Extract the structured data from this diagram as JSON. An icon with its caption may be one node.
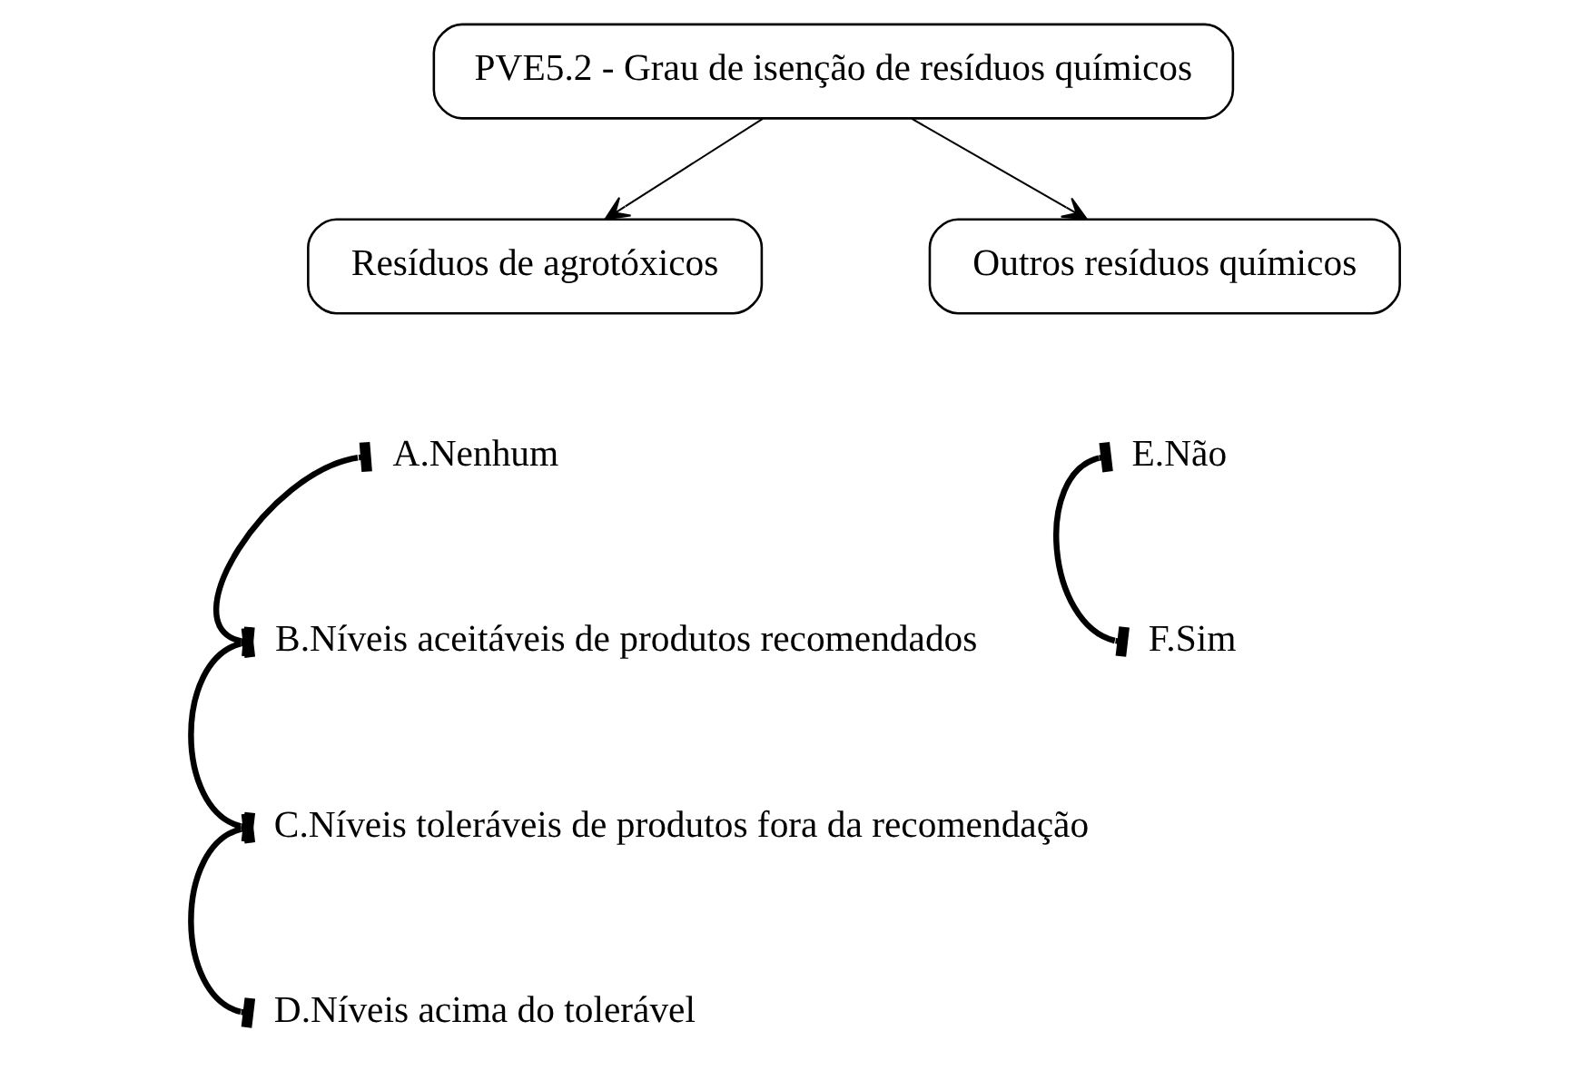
{
  "diagram": {
    "nodes": [
      {
        "text": [
          "PVE5.2 - Grau de isenção de resíduos químicos"
        ]
      },
      {
        "text": [
          "Resíduos de agrotóxicos"
        ]
      },
      {
        "text": [
          "Outros resíduos químicos"
        ]
      },
      {
        "text": [
          "A.Nenhum"
        ]
      },
      {
        "text": [
          "B.Níveis aceitáveis de produtos recomendados"
        ]
      },
      {
        "text": [
          "C.Níveis toleráveis de produtos fora da recomendação"
        ]
      },
      {
        "text": [
          "D.Níveis acima do tolerável"
        ]
      },
      {
        "text": [
          "E.Não"
        ]
      },
      {
        "text": [
          "F.Sim"
        ]
      }
    ],
    "edges": [
      {
        "from": 0,
        "to": 1,
        "arrow": "to"
      },
      {
        "from": 0,
        "to": 2,
        "arrow": "to"
      },
      {
        "from": 3,
        "to": 4,
        "arrow": "other"
      },
      {
        "from": 4,
        "to": 5,
        "arrow": "other"
      },
      {
        "from": 5,
        "to": 6,
        "arrow": "other"
      },
      {
        "from": 7,
        "to": 8,
        "arrow": "other"
      }
    ]
  }
}
